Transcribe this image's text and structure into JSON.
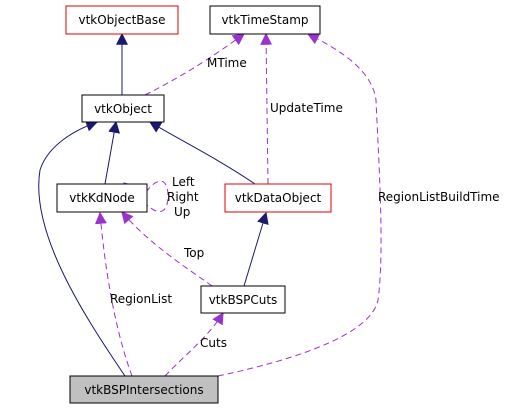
{
  "nodes": [
    {
      "id": "vtkObjectBase",
      "label": "vtkObjectBase",
      "border": "#e00000",
      "fill": "#ffffff"
    },
    {
      "id": "vtkTimeStamp",
      "label": "vtkTimeStamp",
      "border": "#000000",
      "fill": "#ffffff"
    },
    {
      "id": "vtkObject",
      "label": "vtkObject",
      "border": "#000000",
      "fill": "#ffffff"
    },
    {
      "id": "vtkKdNode",
      "label": "vtkKdNode",
      "border": "#000000",
      "fill": "#ffffff"
    },
    {
      "id": "vtkDataObject",
      "label": "vtkDataObject",
      "border": "#e00000",
      "fill": "#ffffff"
    },
    {
      "id": "vtkBSPCuts",
      "label": "vtkBSPCuts",
      "border": "#000000",
      "fill": "#ffffff"
    },
    {
      "id": "vtkBSPIntersections",
      "label": "vtkBSPIntersections",
      "border": "#000000",
      "fill": "#c0c0c0"
    }
  ],
  "edge_labels": {
    "mtime": "MTime",
    "update_time": "UpdateTime",
    "region_list_build_time": "RegionListBuildTime",
    "left": "Left",
    "right": "Right",
    "up": "Up",
    "top": "Top",
    "region_list": "RegionList",
    "cuts": "Cuts"
  },
  "colors": {
    "inheritance": "#191970",
    "usage": "#9a32cd"
  }
}
